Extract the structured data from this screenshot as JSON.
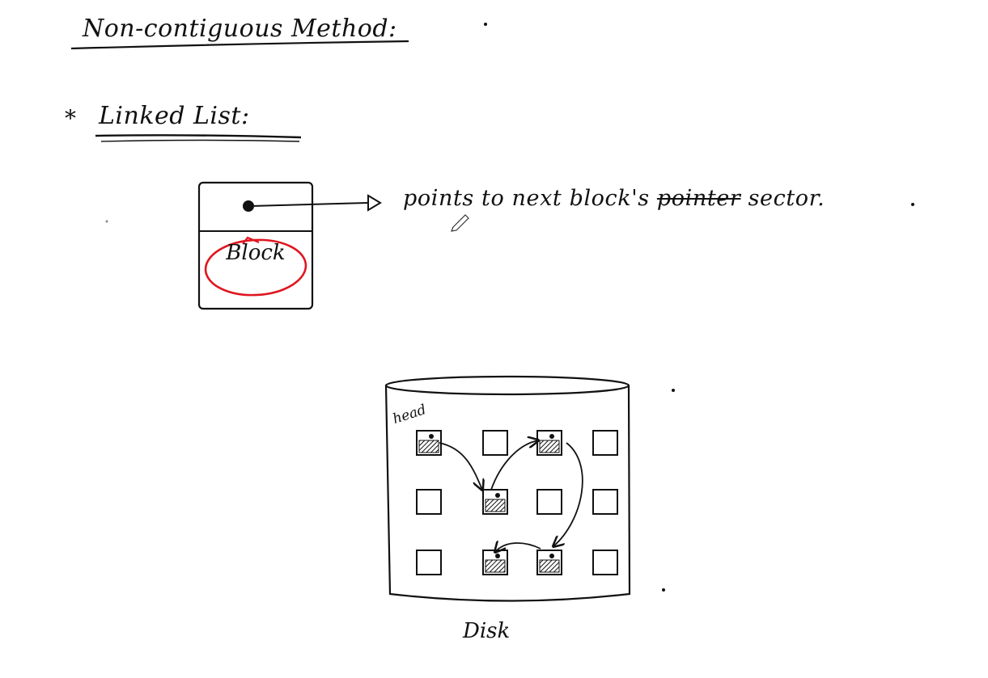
{
  "page": {
    "title": "Non-contiguous Method:",
    "bullet_symbol": "*",
    "section_title": "Linked List:"
  },
  "node_diagram": {
    "block_label": "Block",
    "pointer_description": {
      "part1": "points to next block's ",
      "struck": "pointer",
      "part2": " sector."
    }
  },
  "disk_diagram": {
    "label": "Disk",
    "head_label": "head",
    "grid": {
      "rows": 3,
      "cols": 4,
      "filled_blocks": [
        [
          0,
          0
        ],
        [
          0,
          2
        ],
        [
          1,
          1
        ],
        [
          2,
          1
        ],
        [
          2,
          2
        ]
      ],
      "chain_order": [
        [
          0,
          0
        ],
        [
          1,
          1
        ],
        [
          0,
          2
        ],
        [
          2,
          2
        ],
        [
          2,
          1
        ]
      ]
    }
  },
  "colors": {
    "ink": "#111111",
    "highlight": "#e0161f"
  }
}
